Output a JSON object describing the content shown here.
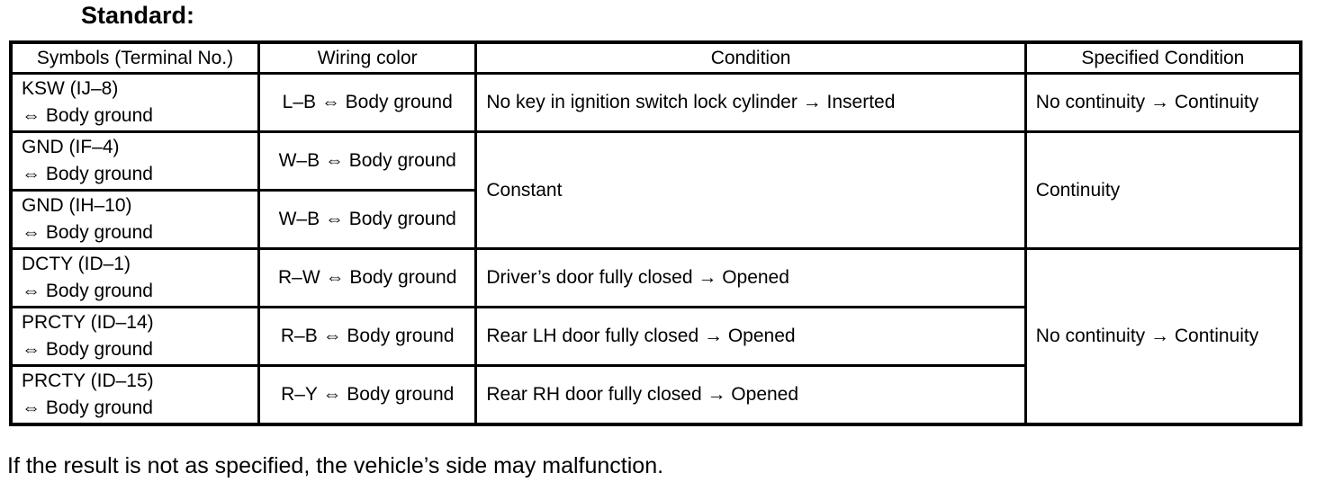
{
  "heading": "Standard:",
  "footer": "If the result is not as specified, the vehicle’s side may malfunction.",
  "table": {
    "headers": {
      "symbols": "Symbols (Terminal No.)",
      "wiring": "Wiring color",
      "condition": "Condition",
      "specified": "Specified Condition"
    },
    "rows": [
      {
        "symbol": "KSW (IJ–8)",
        "symbol_ref": "⇔ Body ground",
        "wiring": "L–B ⇔ Body ground",
        "condition": "No key in ignition switch lock cylinder → Inserted",
        "specified": "No continuity → Continuity"
      },
      {
        "symbol": "GND (IF–4)",
        "symbol_ref": "⇔ Body ground",
        "wiring": "W–B ⇔ Body ground",
        "condition": "Constant",
        "specified": "Continuity"
      },
      {
        "symbol": "GND (IH–10)",
        "symbol_ref": "⇔ Body ground",
        "wiring": "W–B ⇔ Body ground"
      },
      {
        "symbol": "DCTY (ID–1)",
        "symbol_ref": "⇔ Body ground",
        "wiring": "R–W ⇔ Body ground",
        "condition": "Driver’s door fully closed → Opened",
        "specified": "No continuity → Continuity"
      },
      {
        "symbol": "PRCTY (ID–14)",
        "symbol_ref": "⇔ Body ground",
        "wiring": "R–B ⇔ Body ground",
        "condition": "Rear LH door fully closed → Opened"
      },
      {
        "symbol": "PRCTY (ID–15)",
        "symbol_ref": "⇔ Body ground",
        "wiring": "R–Y ⇔ Body ground",
        "condition": "Rear RH door fully closed → Opened"
      }
    ]
  }
}
